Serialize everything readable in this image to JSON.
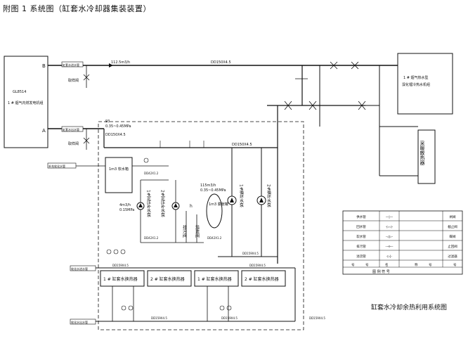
{
  "figure_title": "附图 1 系统图（缸套水冷却器集装装置）",
  "bottom_title": "缸套水冷却余热利用系统图",
  "left_box": {
    "code": "GL8514",
    "name": "1 # 烟气内燃发电机组",
    "port_b": "B",
    "port_a": "A"
  },
  "right_box": {
    "line1": "1 # 烟气热水型",
    "line2": "溴化锂冷热水机组"
  },
  "tank_box": "采暖散热器",
  "soft_water_box": "1m3 软水箱",
  "expansion_tank": "1m3 膨胀罐",
  "flows": {
    "top_flow": "112.5m3/h",
    "top_pipe": "DD150X4.5",
    "mid_flow": "93",
    "mid_pressure": "0.35~0.45MPa",
    "mid_pipe": "DD150X4.5",
    "mid_pipe2": "DD150X4.5",
    "pump_flow": "115m3/h",
    "pump_pressure": "0.35~0.45MPa",
    "small_flow": "4m3/h",
    "small_pressure": "0.15MPa",
    "pipe_dn40a": "DD42X1.2",
    "pipe_dn40b": "DD42X1.2",
    "pipe_dn40c": "DD42X1.2",
    "lower_pipe1": "DD159X4.5",
    "lower_pipe2": "DD159X4.5",
    "lower_pipe3": "DD159X4.5",
    "bottom_pipe1": "DD159X4.5",
    "bottom_pipe2": "DD159X4.5",
    "bottom_pipe3": "DD159X4.5",
    "h_mark": "h"
  },
  "labels": {
    "water_in_top": "缸套水进水管",
    "drain_top": "取样阀",
    "water_out_mid": "缸套水出水管",
    "drain_mid": "取样阀",
    "fill_water": "补充软化水管",
    "left_low1": "软化水进水管",
    "left_low2": "软化水出水管",
    "drain_valve": "排污阀",
    "overflow": "溢流阀",
    "pump1_v": "1#定压补水泵",
    "pump2_v": "2#定压补水泵",
    "circ1_v": "1#循环水泵",
    "circ2_v": "2#循环水泵"
  },
  "exchangers": [
    "1 # 缸套水换热器",
    "2 # 缸套水换热器",
    "1 # 缸套水换热器",
    "2 # 缸套水换热器"
  ],
  "legend": {
    "rows": [
      [
        "供水管",
        "—|—",
        "闸阀"
      ],
      [
        "回水管",
        "-▷◁-",
        "截止阀"
      ],
      [
        "软水管",
        "-◁▷-",
        "蝶阀"
      ],
      [
        "排污管",
        "-⊣⊢-",
        "止回阀"
      ],
      [
        "溢流管",
        "-▷|-",
        "过滤器"
      ]
    ],
    "footer": [
      "号",
      "号",
      "名",
      "称",
      "号",
      "号"
    ],
    "footer2": "图 例 符 号"
  }
}
